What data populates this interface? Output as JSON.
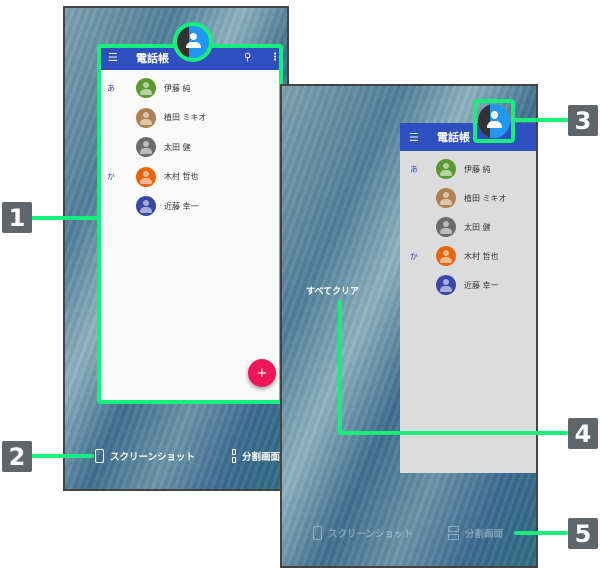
{
  "colors": {
    "accent": "#14f07a",
    "header": "#2e4fbf",
    "fab": "#f0145a",
    "badge": "#5f6568"
  },
  "screen_left": {
    "app_title": "電話帳",
    "menu_icon": "menu-icon",
    "search_icon": "search-icon",
    "more_icon": "more-vert-icon",
    "fab_label": "+",
    "contacts": [
      {
        "section": "あ",
        "name": "伊藤 純",
        "color": "#5a9a30"
      },
      {
        "section": "",
        "name": "植田 ミキオ",
        "color": "#b08050"
      },
      {
        "section": "",
        "name": "太田 健",
        "color": "#6b6b6b"
      },
      {
        "section": "か",
        "name": "木村 哲也",
        "color": "#e8650a"
      },
      {
        "section": "",
        "name": "近藤 幸一",
        "color": "#3848a8"
      }
    ],
    "actions": {
      "screenshot": "スクリーンショット",
      "split": "分割画面"
    }
  },
  "screen_right": {
    "app_title": "電話帳",
    "clear_all": "すべてクリア",
    "contacts": [
      {
        "section": "あ",
        "name": "伊藤 純"
      },
      {
        "section": "",
        "name": "植田 ミキオ"
      },
      {
        "section": "",
        "name": "太田 健"
      },
      {
        "section": "か",
        "name": "木村 哲也"
      },
      {
        "section": "",
        "name": "近藤 幸一"
      }
    ],
    "actions": {
      "screenshot": "スクリーンショット",
      "split": "分割画面"
    }
  },
  "callouts": [
    "1",
    "2",
    "3",
    "4",
    "5"
  ]
}
